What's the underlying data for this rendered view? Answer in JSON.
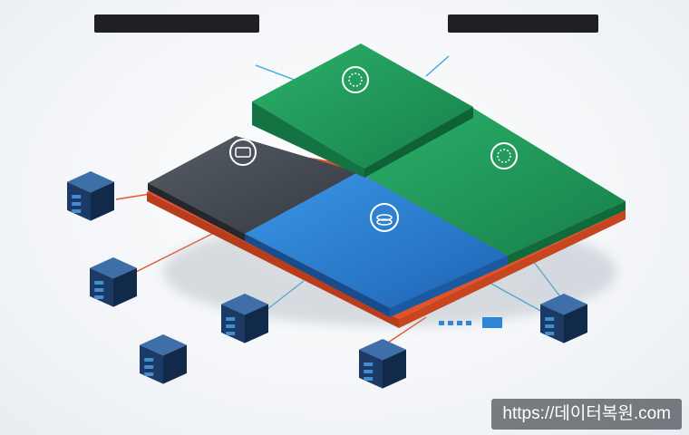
{
  "callouts": {
    "top_left": {
      "title": "",
      "lines": []
    },
    "top_right": {
      "title": "",
      "lines": []
    }
  },
  "servers": [
    {
      "name": "server-1",
      "label": ""
    },
    {
      "name": "server-2",
      "label": ""
    },
    {
      "name": "server-3",
      "label": ""
    },
    {
      "name": "server-4",
      "label": ""
    },
    {
      "name": "server-5",
      "label": ""
    },
    {
      "name": "server-6",
      "label": ""
    }
  ],
  "watermark": "https://데이터복원.com",
  "colors": {
    "green_tile": "#1f9a58",
    "blue_tile": "#2f86d6",
    "dark_tile": "#454b53",
    "base_orange": "#e2532a",
    "link_orange": "#e05a2e",
    "link_cyan": "#3aa7d8",
    "server_front": "#1b3b66"
  },
  "icons": [
    "shield-icon",
    "network-icon",
    "database-icon",
    "cloud-icon"
  ]
}
